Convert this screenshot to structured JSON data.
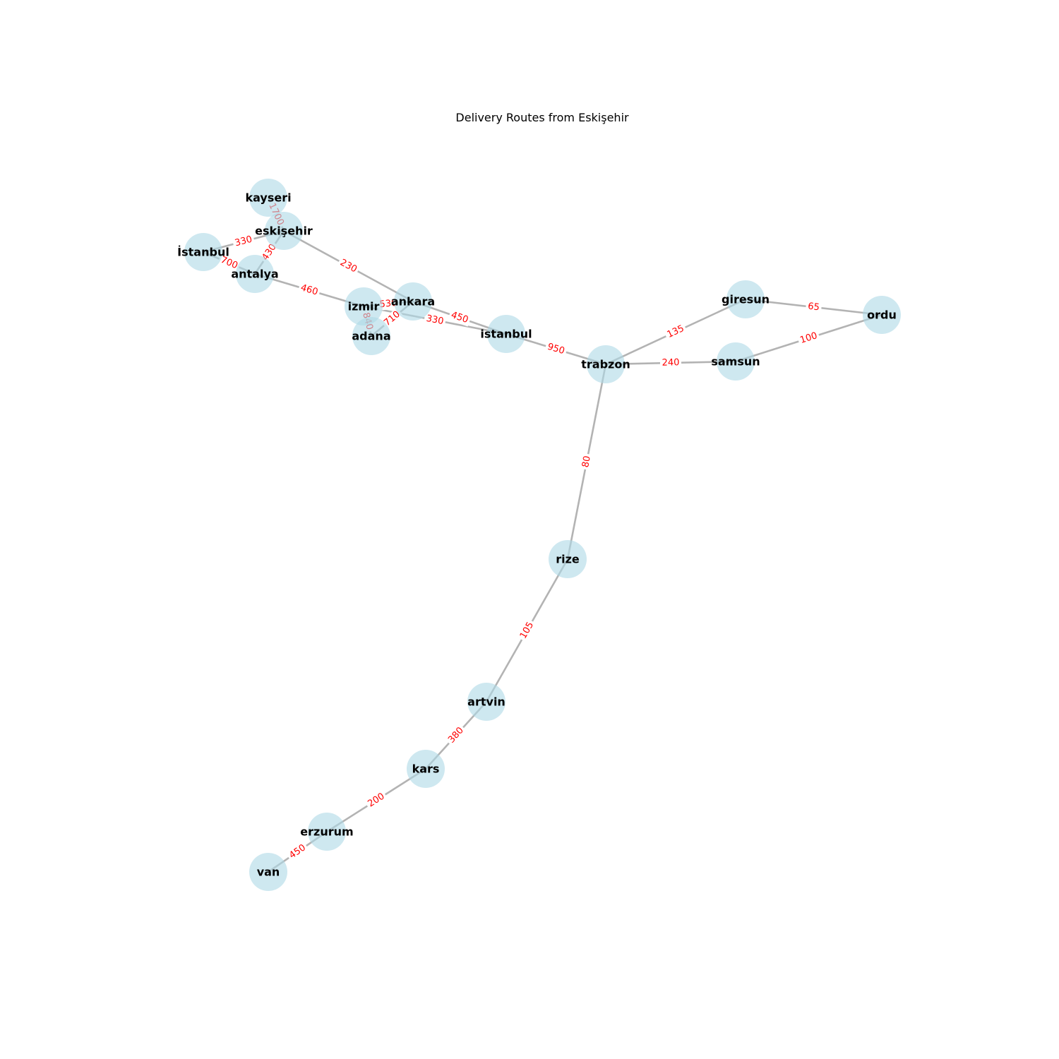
{
  "title": "Delivery Routes from Eskişehir",
  "colors": {
    "node": "#add8e6",
    "edge": "#b3b3b3",
    "edge_label": "#ff0000"
  },
  "nodes": [
    {
      "id": "kayseri",
      "label": "kayseri"
    },
    {
      "id": "eskisehir",
      "label": "eskişehir"
    },
    {
      "id": "istanbul1",
      "label": "İstanbul"
    },
    {
      "id": "antalya",
      "label": "antalya"
    },
    {
      "id": "izmir",
      "label": "izmir"
    },
    {
      "id": "adana",
      "label": "adana"
    },
    {
      "id": "ankara",
      "label": "ankara"
    },
    {
      "id": "istanbul2",
      "label": "istanbul"
    },
    {
      "id": "trabzon",
      "label": "trabzon"
    },
    {
      "id": "giresun",
      "label": "giresun"
    },
    {
      "id": "samsun",
      "label": "samsun"
    },
    {
      "id": "ordu",
      "label": "ordu"
    },
    {
      "id": "rize",
      "label": "rize"
    },
    {
      "id": "artvin",
      "label": "artvin"
    },
    {
      "id": "kars",
      "label": "kars"
    },
    {
      "id": "erzurum",
      "label": "erzurum"
    },
    {
      "id": "van",
      "label": "van"
    }
  ],
  "edges": [
    {
      "source": "eskisehir",
      "target": "kayseri",
      "label": "1700"
    },
    {
      "source": "eskisehir",
      "target": "istanbul1",
      "label": "330"
    },
    {
      "source": "eskisehir",
      "target": "antalya",
      "label": "430"
    },
    {
      "source": "eskisehir",
      "target": "ankara",
      "label": "230"
    },
    {
      "source": "istanbul1",
      "target": "antalya",
      "label": "700"
    },
    {
      "source": "antalya",
      "target": "izmir",
      "label": "460"
    },
    {
      "source": "izmir",
      "target": "ankara",
      "label": "530"
    },
    {
      "source": "izmir",
      "target": "adana",
      "label": "840"
    },
    {
      "source": "adana",
      "target": "ankara",
      "label": "710"
    },
    {
      "source": "izmir",
      "target": "istanbul2",
      "label": "330"
    },
    {
      "source": "ankara",
      "target": "istanbul2",
      "label": "450"
    },
    {
      "source": "istanbul2",
      "target": "trabzon",
      "label": "950"
    },
    {
      "source": "trabzon",
      "target": "giresun",
      "label": "135"
    },
    {
      "source": "trabzon",
      "target": "samsun",
      "label": "240"
    },
    {
      "source": "giresun",
      "target": "ordu",
      "label": "65"
    },
    {
      "source": "samsun",
      "target": "ordu",
      "label": "100"
    },
    {
      "source": "trabzon",
      "target": "rize",
      "label": "80"
    },
    {
      "source": "rize",
      "target": "artvin",
      "label": "105"
    },
    {
      "source": "artvin",
      "target": "kars",
      "label": "380"
    },
    {
      "source": "kars",
      "target": "erzurum",
      "label": "200"
    },
    {
      "source": "erzurum",
      "target": "van",
      "label": "450"
    }
  ]
}
